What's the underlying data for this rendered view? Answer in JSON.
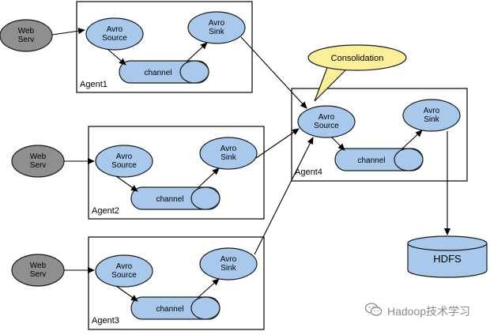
{
  "colors": {
    "node_fill": "#a8c8ec",
    "node_stroke": "#1a1a1a",
    "web_fill": "#8f8f8f",
    "callout_fill": "#fbef9a",
    "line": "#000000"
  },
  "web_servers": [
    {
      "line1": "Web",
      "line2": "Serv"
    },
    {
      "line1": "Web",
      "line2": "Serv"
    },
    {
      "line1": "Web",
      "line2": "Serv"
    }
  ],
  "agents": [
    {
      "label": "Agent1",
      "source_line1": "Avro",
      "source_line2": "Source",
      "sink_line1": "Avro",
      "sink_line2": "Sink",
      "channel": "channel"
    },
    {
      "label": "Agent2",
      "source_line1": "Avro",
      "source_line2": "Source",
      "sink_line1": "Avro",
      "sink_line2": "Sink",
      "channel": "channel"
    },
    {
      "label": "Agent3",
      "source_line1": "Avro",
      "source_line2": "Source",
      "sink_line1": "Avro",
      "sink_line2": "Sink",
      "channel": "channel"
    },
    {
      "label": "Agent4",
      "source_line1": "Avro",
      "source_line2": "Source",
      "sink_line1": "Avro",
      "sink_line2": "Sink",
      "channel": "channel"
    }
  ],
  "callout": "Consolidation",
  "storage": "HDFS",
  "watermark": {
    "icon": "wechat-icon",
    "text": "Hadoop技术学习"
  }
}
